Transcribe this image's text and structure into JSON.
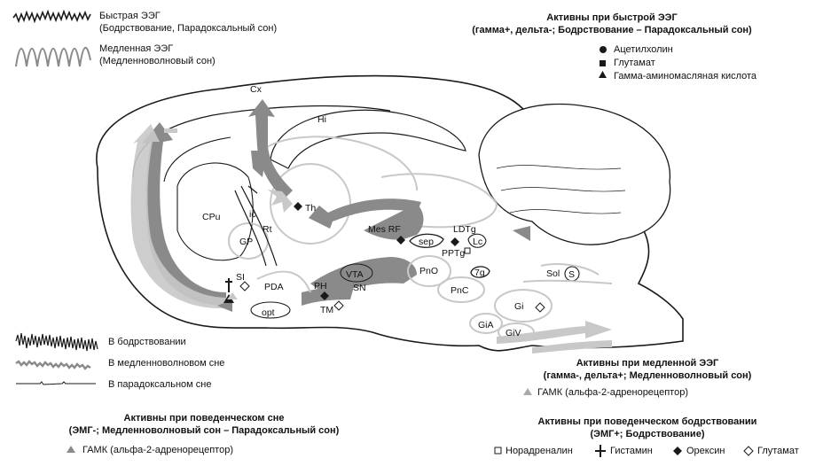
{
  "eeg_legend": {
    "fast_title": "Быстрая ЭЭГ",
    "fast_sub": "(Бодрствование, Парадоксальный сон)",
    "slow_title": "Медленная ЭЭГ",
    "slow_sub": "(Медленноволновый сон)"
  },
  "fast_active": {
    "title1": "Активны при быстрой ЭЭГ",
    "title2": "(гамма+, дельта-; Бодрствование – Парадоксальный сон)",
    "items": [
      "Ацетилхолин",
      "Глутамат",
      "Гамма-аминомасляная кислота"
    ]
  },
  "slow_active": {
    "title1": "Активны при медленной ЭЭГ",
    "title2": "(гамма-, дельта+; Медленноволновый сон)",
    "item": "ГАМК (альфа-2-адренорецептор)"
  },
  "behav_sleep": {
    "title1": "Активны при поведенческом сне",
    "title2": "(ЭМГ-; Медленноволновый сон – Парадоксальный сон)",
    "item": "ГАМК (альфа-2-адренорецептор)"
  },
  "behav_wake": {
    "title1": "Активны при поведенческом бодрствовании",
    "title2": "(ЭМГ+; Бодрствование)",
    "items": [
      "Норадреналин",
      "Гистамин",
      "Орексин",
      "Глутамат"
    ]
  },
  "emg_legend": [
    "В бодрствовании",
    "В медленноволновом сне",
    "В парадоксальном сне"
  ],
  "regions": {
    "cx": "Cx",
    "hi": "Hi",
    "cpu": "CPu",
    "ic": "ic",
    "gp": "GP",
    "rt": "Rt",
    "th": "Th",
    "mesrf": "Mes RF",
    "ldtg": "LDTg",
    "sep": "sep",
    "lc": "Lc",
    "pptg": "PPTg",
    "pno": "PnO",
    "vta": "VTA",
    "sn": "SN",
    "ph": "PH",
    "tm": "TM",
    "si": "SI",
    "pda": "PDA",
    "opt": "opt",
    "pnc": "PnC",
    "gi": "Gi",
    "gia": "GiA",
    "giv": "GiV",
    "sol": "Sol",
    "s": "S",
    "7g": "7g"
  },
  "colors": {
    "dark": "#8a8a8a",
    "light": "#c8c8c8",
    "line": "#1a1a1a"
  }
}
